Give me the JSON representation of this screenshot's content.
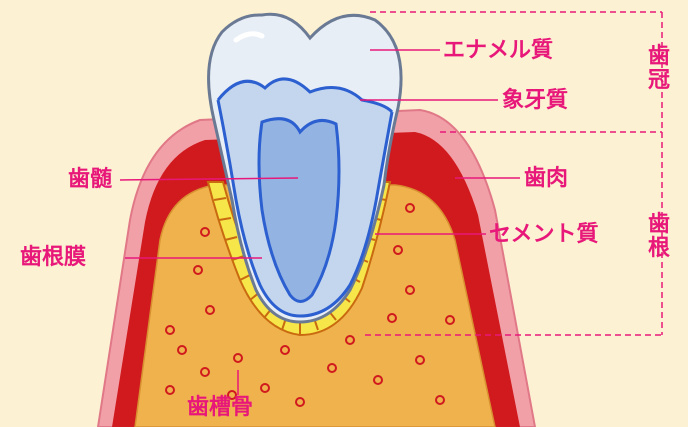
{
  "labels": {
    "enamel": "エナメル質",
    "dentin": "象牙質",
    "gum": "歯肉",
    "cementum": "セメント質",
    "pulp": "歯髄",
    "periodontal_ligament": "歯根膜",
    "alveolar_bone": "歯槽骨",
    "crown": "歯冠",
    "root": "歯根"
  },
  "colors": {
    "background": "#fcf1d2",
    "label": "#e8187a",
    "gum_outer": "#f2a0a8",
    "gum_inner": "#d01a1e",
    "bone": "#f0b24c",
    "cementum": "#f6e64a",
    "enamel": "#e8eef6",
    "dentin": "#c3d6ee",
    "pulp": "#93b3e3"
  }
}
